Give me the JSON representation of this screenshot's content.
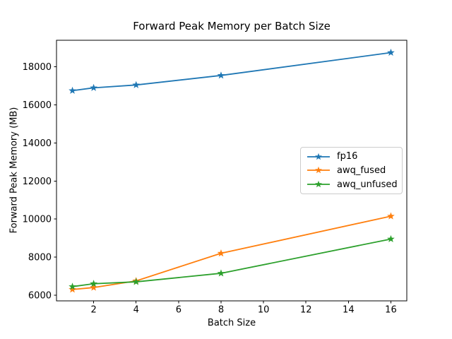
{
  "figure": {
    "background_color": "#ffffff",
    "text_color": "#000000",
    "spine_color": "#000000"
  },
  "chart_data": {
    "type": "line",
    "title": "Forward Peak Memory per Batch Size",
    "xlabel": "Batch Size",
    "ylabel": "Forward Peak Memory (MB)",
    "x": [
      1,
      2,
      4,
      8,
      16
    ],
    "series": [
      {
        "name": "fp16",
        "color": "#1f77b4",
        "values": [
          16750,
          16900,
          17050,
          17550,
          18750
        ]
      },
      {
        "name": "awq_fused",
        "color": "#ff7f0e",
        "values": [
          6300,
          6400,
          6750,
          8200,
          10150
        ]
      },
      {
        "name": "awq_unfused",
        "color": "#2ca02c",
        "values": [
          6450,
          6600,
          6700,
          7150,
          8950
        ]
      }
    ],
    "marker": "star",
    "xticks": [
      2,
      4,
      6,
      8,
      10,
      12,
      14,
      16
    ],
    "yticks": [
      6000,
      8000,
      10000,
      12000,
      14000,
      16000,
      18000
    ],
    "xlim": [
      0.25,
      16.75
    ],
    "ylim": [
      5700,
      19400
    ],
    "grid": false,
    "legend_position": "center right"
  }
}
